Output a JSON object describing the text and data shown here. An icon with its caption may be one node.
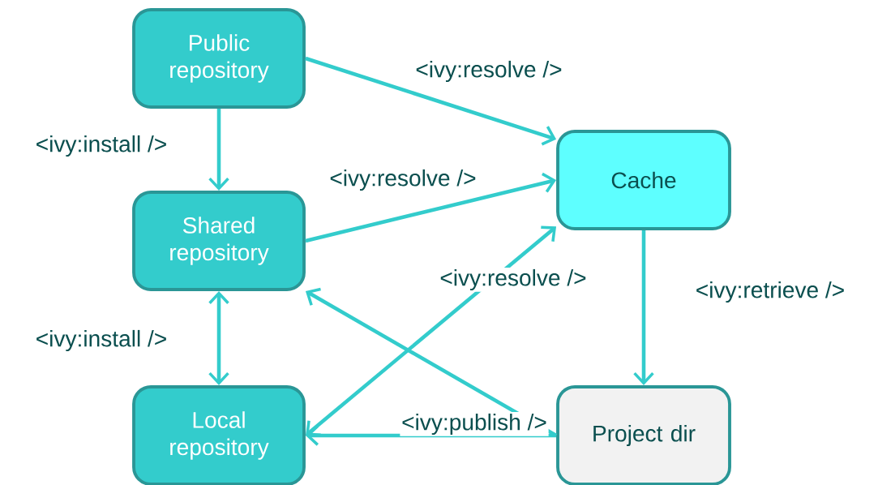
{
  "diagram": {
    "nodes": [
      {
        "text": [
          "Public repository"
        ]
      },
      {
        "text": [
          "Shared repository"
        ]
      },
      {
        "text": [
          "Local repository"
        ]
      },
      {
        "text": [
          "Cache"
        ]
      },
      {
        "text": [
          "Project dir"
        ]
      }
    ],
    "edges": [
      {
        "from": 0,
        "to": 1,
        "arrow": "to",
        "label": "<ivy:install />"
      },
      {
        "from": 1,
        "to": 2,
        "arrow": "both",
        "label": "<ivy:install />"
      },
      {
        "from": 0,
        "to": 3,
        "arrow": "to",
        "label": "<ivy:resolve />"
      },
      {
        "from": 1,
        "to": 3,
        "arrow": "to",
        "label": "<ivy:resolve />"
      },
      {
        "from": 2,
        "to": 3,
        "arrow": "both",
        "label": "<ivy:resolve />"
      },
      {
        "from": 3,
        "to": 4,
        "arrow": "to",
        "label": "<ivy:retrieve />"
      },
      {
        "from": 4,
        "to": 2,
        "arrow": "to",
        "label": "<ivy:publish />"
      },
      {
        "from": 4,
        "to": 1,
        "arrow": "to"
      }
    ]
  }
}
